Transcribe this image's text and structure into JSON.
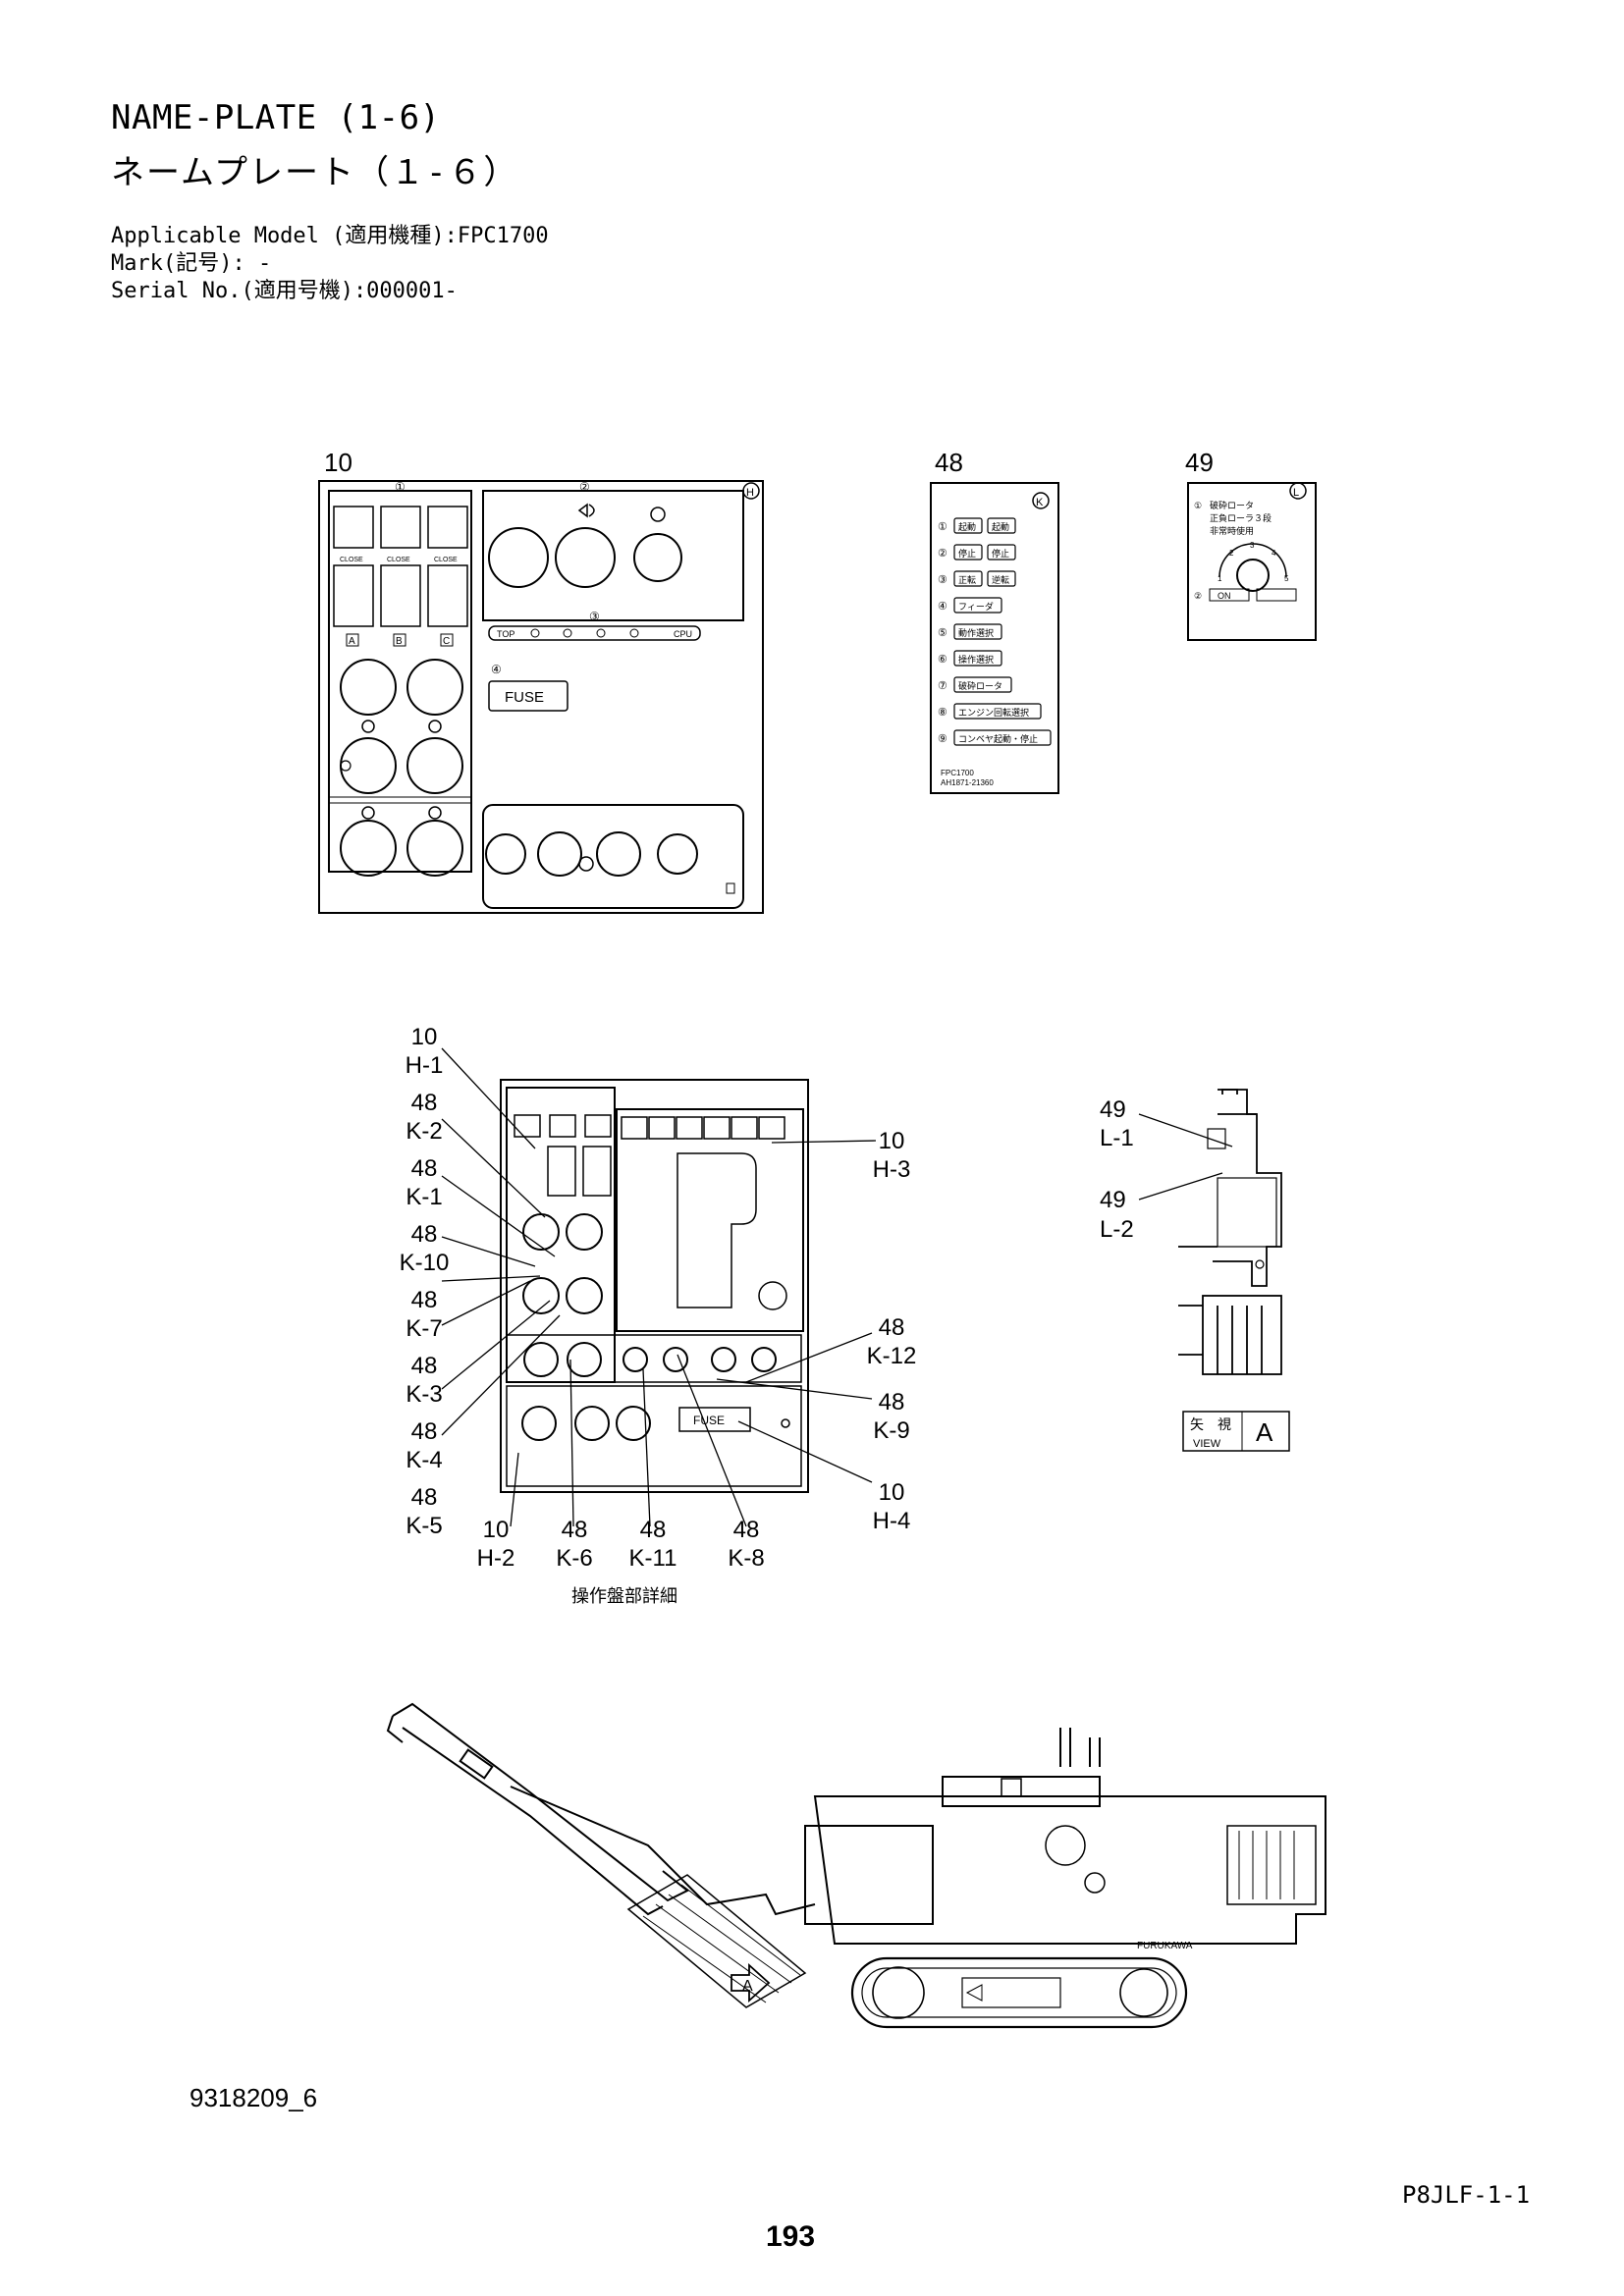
{
  "header": {
    "title_en": "NAME-PLATE (1-6)",
    "title_jp": "ネームプレート（１-６）",
    "model_line": "Applicable Model (適用機種):FPC1700",
    "mark_line": "Mark(記号): -",
    "serial_line": "Serial No.(適用号機):000001-"
  },
  "plates": {
    "p10": {
      "item": "10",
      "letter": "H",
      "circled": [
        "①",
        "②",
        "③",
        "④"
      ],
      "gauge_labels": [
        "CLOSE",
        "CLOSE",
        "CLOSE"
      ],
      "gauge_letters": [
        "A",
        "B",
        "C"
      ],
      "strip": [
        "TOP",
        "CPU"
      ],
      "fuse": "FUSE"
    },
    "p48": {
      "item": "48",
      "letter": "K",
      "rows": [
        {
          "num": "①",
          "texts": [
            "起動",
            "起動"
          ]
        },
        {
          "num": "②",
          "texts": [
            "停止",
            "停止"
          ]
        },
        {
          "num": "③",
          "texts": [
            "正転",
            "逆転"
          ]
        },
        {
          "num": "④",
          "texts": [
            "フィーダ"
          ]
        },
        {
          "num": "⑤",
          "texts": [
            "動作選択"
          ]
        },
        {
          "num": "⑥",
          "texts": [
            "操作選択"
          ]
        },
        {
          "num": "⑦",
          "texts": [
            "破砕ロータ"
          ]
        },
        {
          "num": "⑧",
          "texts": [
            "エンジン回転選択"
          ]
        },
        {
          "num": "⑨",
          "texts": [
            "コンベヤ起動・停止"
          ]
        }
      ],
      "footer": [
        "FPC1700",
        "AH1871-21360"
      ]
    },
    "p49": {
      "item": "49",
      "letter": "L",
      "lines": [
        "破砕ロータ",
        "正負ローラ３段",
        "非常時使用"
      ],
      "dial_nums": [
        "1",
        "2",
        "3",
        "4",
        "5"
      ],
      "num1": "①",
      "num2": "②",
      "button": "ON"
    }
  },
  "callouts": {
    "left": [
      {
        "num": "10",
        "code": "H-1"
      },
      {
        "num": "48",
        "code": "K-2"
      },
      {
        "num": "48",
        "code": "K-1"
      },
      {
        "num": "48",
        "code": "K-10"
      },
      {
        "num": "48",
        "code": "K-7"
      },
      {
        "num": "48",
        "code": "K-3"
      },
      {
        "num": "48",
        "code": "K-4"
      },
      {
        "num": "48",
        "code": "K-5"
      }
    ],
    "right": [
      {
        "num": "10",
        "code": "H-3"
      },
      {
        "num": "48",
        "code": "K-12"
      },
      {
        "num": "48",
        "code": "K-9"
      },
      {
        "num": "10",
        "code": "H-4"
      }
    ],
    "bottom": [
      {
        "num": "10",
        "code": "H-2"
      },
      {
        "num": "48",
        "code": "K-6"
      },
      {
        "num": "48",
        "code": "K-11"
      },
      {
        "num": "48",
        "code": "K-8"
      }
    ],
    "view": [
      {
        "num": "49",
        "code": "L-1"
      },
      {
        "num": "49",
        "code": "L-2"
      }
    ],
    "fuse": "FUSE",
    "caption": "操作盤部詳細",
    "view_jp": "矢　視",
    "view_en": "VIEW",
    "view_letter": "A"
  },
  "machine": {
    "brand": "FURUKAWA",
    "arrow_letter": "A"
  },
  "footer": {
    "doc_number": "9318209_6",
    "page_code": "P8JLF-1-1",
    "page_number": "193"
  }
}
